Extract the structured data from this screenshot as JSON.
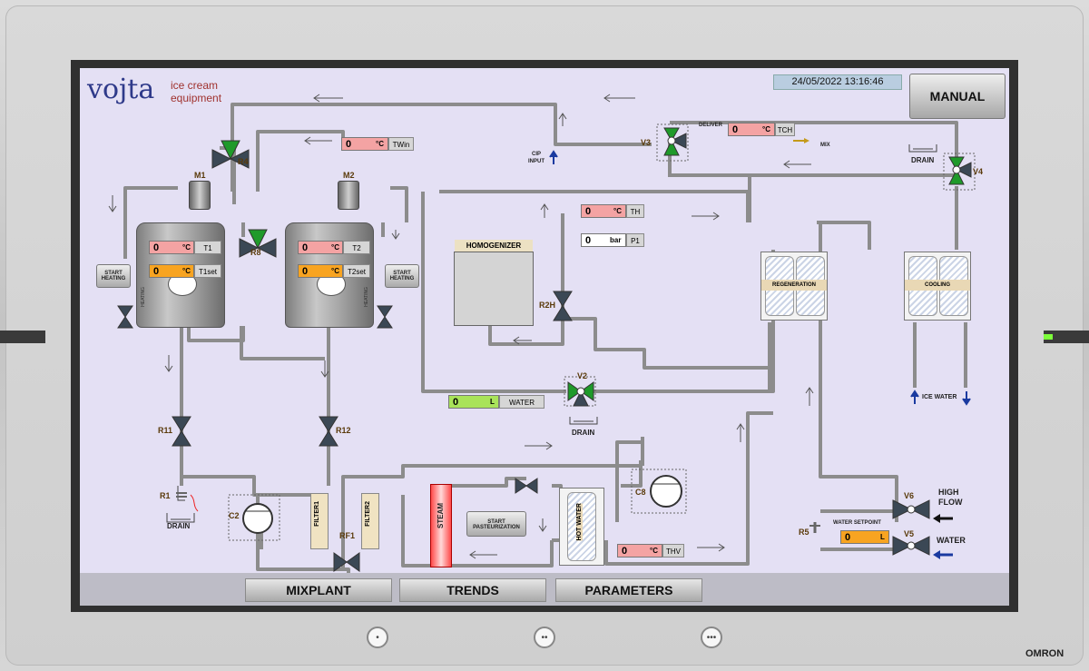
{
  "logo": {
    "brand": "vojta",
    "line1": "ice cream",
    "line2": "equipment"
  },
  "datetime": "24/05/2022 13:16:46",
  "mode_button": "MANUAL",
  "nav": {
    "mixplant": "MIXPLANT",
    "trends": "TRENDS",
    "parameters": "PARAMETERS"
  },
  "brand_footer": "OMRON",
  "home_buttons": [
    "•",
    "••",
    "•••"
  ],
  "labels": {
    "m1": "M1",
    "m2": "M2",
    "r4": "R4",
    "r8": "R8",
    "r2h": "R2H",
    "r11": "R11",
    "r12": "R12",
    "r1": "R1",
    "rf1": "RF1",
    "c2": "C2",
    "c8": "C8",
    "v2": "V2",
    "v3": "V3",
    "v4": "V4",
    "v5": "V5",
    "v6": "V6",
    "r5": "R5",
    "drain1": "DRAIN",
    "drain2": "DRAIN",
    "drain3": "DRAIN",
    "cip": "CIP",
    "input": "INPUT",
    "deliver": "DELIVER",
    "mix": "MIX",
    "ice_water": "ICE WATER",
    "high": "HIGH",
    "flow": "FLOW",
    "water": "WATER",
    "water_setpoint": "WATER SETPOINT",
    "homogenizer": "HOMOGENIZER",
    "regeneration": "REGENERATION",
    "cooling": "COOLING",
    "filter1": "FILTER1",
    "filter2": "FILTER2",
    "steam": "STEAM",
    "hot_water": "HOT WATER",
    "heating": "HEATING"
  },
  "buttons": {
    "start_heating_1": "START HEATING",
    "start_heating_2": "START HEATING",
    "start_pasteurization": "START PASTEURIZATION"
  },
  "displays": {
    "twin": {
      "value": "0",
      "unit": "°C",
      "tag": "TWin"
    },
    "t1": {
      "value": "0",
      "unit": "°C",
      "tag": "T1"
    },
    "t1set": {
      "value": "0",
      "unit": "°C",
      "tag": "T1set"
    },
    "t2": {
      "value": "0",
      "unit": "°C",
      "tag": "T2"
    },
    "t2set": {
      "value": "0",
      "unit": "°C",
      "tag": "T2set"
    },
    "th": {
      "value": "0",
      "unit": "°C",
      "tag": "TH"
    },
    "p1": {
      "value": "0",
      "unit": "bar",
      "tag": "P1"
    },
    "tch": {
      "value": "0",
      "unit": "°C",
      "tag": "TCH"
    },
    "water": {
      "value": "0",
      "unit": "L",
      "tag": "WATER"
    },
    "thv": {
      "value": "0",
      "unit": "°C",
      "tag": "THV"
    },
    "water_sp": {
      "value": "0",
      "unit": "L"
    }
  },
  "colors": {
    "temp_display": "#f4a3a3",
    "setpoint_display": "#f8a421",
    "water_display": "#a9e35a",
    "pipe": "#8c8c8c",
    "valve_open": "#1f9a2a",
    "valve_closed": "#3b4855"
  }
}
